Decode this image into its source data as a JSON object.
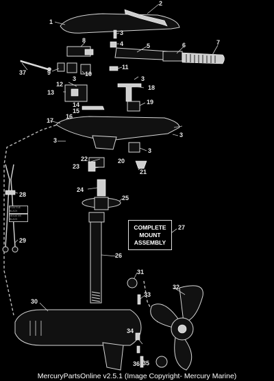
{
  "diagram": {
    "callouts": {
      "p1": "1",
      "p2": "2",
      "p3a": "3",
      "p4": "4",
      "p5": "5",
      "p6": "6",
      "p7": "7",
      "p8": "8",
      "p9": "9",
      "p10": "10",
      "p11": "11",
      "p3b": "3",
      "p12": "12",
      "p3c": "3",
      "p18": "18",
      "p13": "13",
      "p14": "14",
      "p19": "19",
      "p15": "15",
      "p16": "16",
      "p17": "17",
      "p37": "37",
      "p3d": "3",
      "p3e": "3",
      "p3f": "3",
      "p20": "20",
      "p21": "21",
      "p22": "22",
      "p23": "23",
      "p24": "24",
      "p25": "25",
      "p26": "26",
      "p27": "27",
      "p28": "28",
      "p29": "29",
      "p30": "30",
      "p31": "31",
      "p32": "32",
      "p33": "33",
      "p34": "34",
      "p35": "35",
      "p36": "36"
    },
    "assembly_label": {
      "line1": "COMPLETE",
      "line2": "MOUNT",
      "line3": "ASSEMBLY"
    },
    "wire_tags": {
      "tag1": "POSITIVE BLACK",
      "tag2": "NEGATIVE BLACK"
    }
  },
  "footer": {
    "text": "MercuryPartsOnline v2.5.1 (Image Copyright- Mercury Marine)"
  }
}
